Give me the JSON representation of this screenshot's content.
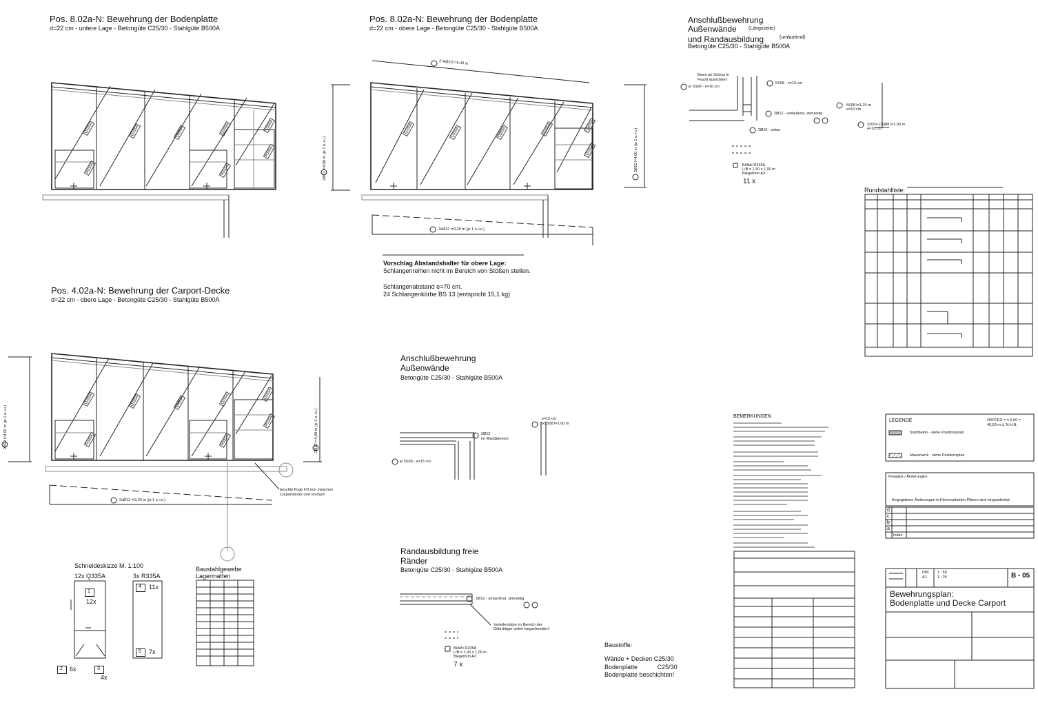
{
  "panels": {
    "bottom_lower": {
      "title": "Pos. 8.02a-N: Bewehrung der Bodenplatte",
      "sub": "d=22 cm - untere Lage - Betongüte C25/30 - Stahlgüte B500A",
      "dim_label": "2Ø12 l=4,00 m (je 1 o.+u.)"
    },
    "bottom_upper": {
      "title": "Pos. 8.02a-N: Bewehrung der Bodenplatte",
      "sub": "d=22 cm - obere Lage - Betongüte C25/30 - Stahlgüte B500A",
      "top_label": "2 MØ10 l=6,40 m",
      "dim_label": "2Ø12 l=4,00 m (je 1 o.+u.)",
      "bottom_label": "2xØ12 l=9,20 m (je 1 o.+u.)"
    },
    "carport": {
      "title": "Pos. 4.02a-N: Bewehrung der Carport-Decke",
      "sub": "d=22 cm - obere Lage - Betongüte C25/30 - Stahlgüte B500A",
      "dim_left": "2Ø12 l=4,00 m (je 1 o.+u.)",
      "dim_right": "2Ø12 l=4,00 m (je 1 o.+u.)",
      "bottom_label": "2xØ12 l=9,20 m (je 1 o.+u.)",
      "fuge_note_1": "beschte Fuge l=3 mm zwischen",
      "fuge_note_2": "Carportdecke und Vordach"
    }
  },
  "mat_labels": [
    "Q335A",
    "R335A"
  ],
  "spacer_note": {
    "heading": "Vorschlag Abstandshalter für obere Lage:",
    "line1": "Schlangenreihen nicht im Bereich von Stößen stellen.",
    "line2": "Schlangenabstand e=70 cm.",
    "line3": "24 Schlangenkörbe BS 13 (entspricht 15,1 kg)"
  },
  "connection_top": {
    "title1": "Anschlußbewehrung",
    "title2": "Außenwände",
    "title2_suffix": "(Längsseite)",
    "title3": "und Randausbildung",
    "title3_suffix": "(umlaufend)",
    "sub": "Betongüte C25/30 - Stahlgüte B500A",
    "note_a": "Eisen an Schnur in",
    "note_b": "Flucht ausrichten!",
    "label_1": "je 5S08 - e=10 cm",
    "label_2": "5S08 - e=10 cm",
    "label_3": "2Ø12 - umlaufend, stirnseitig",
    "label_4": "2Ø10 - unten",
    "label_5": "5S08 l=1,20 m",
    "label_5b": "e=10 cm",
    "label_6": "2x5S=170Ø8 l=1,00 m",
    "label_6b": "e=10 cm",
    "mat_tag_1": "BüWe R335A",
    "mat_tag_2": "L/B = 2,30 x 1,00 m",
    "mat_tag_3": "Biegeform A3",
    "mat_count": "11 x"
  },
  "rebar_list": {
    "title": "Rundstahlliste:"
  },
  "connection_bottom": {
    "title1": "Anschlußbewehrung",
    "title2": "Außenwände",
    "sub": "Betongüte C25/30 - Stahlgüte B500A",
    "label_1": "2Ø12",
    "label_1b": "im Wandbereich",
    "label_2": "je 5S08 - e=15 cm",
    "label_3": "e=15 cm",
    "label_3b": "2x5S08 l=1,00 m"
  },
  "edge_detail": {
    "title1": "Randausbildung freie",
    "title2": "Ränder",
    "sub": "Betongüte C25/30 - Stahlgüte B500A",
    "label_1": "2Ø12 - umlaufend, stirnseitig",
    "label_2": "Verteilerstäbe im Bereich der",
    "label_2b": "Gitterträger unten wegschneiden!",
    "mat_tag_1": "BüWe R335A",
    "mat_tag_2": "L/B = 2,30 x 1,00 m",
    "mat_tag_3": "Biegeform A3",
    "mat_count": "7 x"
  },
  "cutting": {
    "title": "Schneideskizze M. 1:100",
    "mat_a": "12x Q335A",
    "mat_b": "3x R335A",
    "tag1": "1",
    "tag1_count": "12x",
    "tag2": "2",
    "tag2_count": "6x",
    "tag3": "3",
    "tag3_count": "4x",
    "tag4": "4",
    "tag4_count": "11x",
    "tag5": "5",
    "tag5_count": "7x"
  },
  "mesh_table": {
    "title1": "Baustahlgewebe",
    "title2": "Lagermatten"
  },
  "materials": {
    "heading": "Baustoffe:",
    "line1": "Wände + Decken C25/30",
    "line2a": "Bodenplatte",
    "line2b": "C25/30",
    "line3": "Bodenplatte beschichten!"
  },
  "remarks": {
    "heading": "BEMERKUNGEN"
  },
  "legend": {
    "heading": "LEGENDE",
    "okffeg": "OKFFEG = ± 0,00 =",
    "height": "49,50 m ü. N.H.N.",
    "item1": "Stahlbeton - siehe Positionsplan",
    "item2": "Mauerwerk - siehe Positionsplan"
  },
  "changes": {
    "heading": "Freigabe / Änderungen:",
    "note": "Angegebene Änderungen in Kleinerarbeiten Plänen sind eingearbeitet.",
    "rows": [
      "d",
      "c",
      "b",
      "a"
    ],
    "index_label": "Index"
  },
  "titleblock": {
    "plan_no": "B - 05",
    "scale_1": "1 : 50",
    "scale_2": "1 : 25",
    "format_1": "DIN",
    "format_2": "A1",
    "title1": "Bewehrungsplan:",
    "title2": "Bodenplatte und Decke Carport"
  },
  "colors": {
    "line": "#222222",
    "hatch": "#888888",
    "grey_fill": "#bbbbbb"
  }
}
